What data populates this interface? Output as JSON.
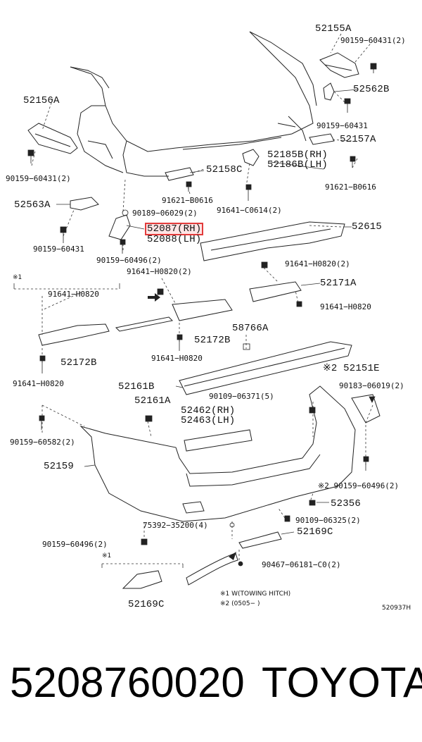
{
  "labels": {
    "l52155A": "52155A",
    "l90159_60431_2a": "90159−60431(2)",
    "l52562B": "52562B",
    "l52156A": "52156A",
    "l90159_60431_a": "90159−60431",
    "l52157A": "52157A",
    "l52185B": "52185B(RH)",
    "l52186B": "52186B(LH)",
    "l52158C": "52158C",
    "l90159_60431_2b": "90159−60431(2)",
    "l91621_B0616_a": "91621−B0616",
    "l91621_B0616_b": "91621−B0616",
    "l52563A": "52563A",
    "l90189_06029": "90189−06029(2)",
    "l91641_C0614": "91641−C0614(2)",
    "l52087": "52087(RH)",
    "l52088": "52088(LH)",
    "l52615": "52615",
    "l90159_60431_b": "90159−60431",
    "l90159_60496_2a": "90159−60496(2)",
    "l91641_H0820_2a": "91641−H0820(2)",
    "l91641_H0820_2b": "91641−H0820(2)",
    "lnote1a": "※1",
    "l91641_H0820_a": "91641−H0820",
    "l52171A": "52171A",
    "l91641_H0820_b": "91641−H0820",
    "l58766A": "58766A",
    "l52172B_a": "52172B",
    "l52172B_b": "52172B",
    "l91641_H0820_c": "91641−H0820",
    "l91641_H0820_d": "91641−H0820",
    "l52151E": "※2 52151E",
    "l52161B": "52161B",
    "l90109_06371": "90109−06371(5)",
    "l90183_06019": "90183−06019(2)",
    "l52161A": "52161A",
    "l52462": "52462(RH)",
    "l52463": "52463(LH)",
    "l90159_60582": "90159−60582(2)",
    "l52159": "52159",
    "l90159_60496_2b": "※2 90159−60496(2)",
    "l52356": "52356",
    "l90109_06325": "90109−06325(2)",
    "l75392_35200": "75392−35200(4)",
    "l52169C_a": "52169C",
    "l90159_60496_2c": "90159−60496(2)",
    "lnote1b": "※1",
    "l90467_06181": "90467−06181−C0(2)",
    "l52169C_b": "52169C",
    "lnote_w": "※1 W(TOWING HITCH)",
    "lnote_2": "※2 (0505−        )",
    "lref": "520937H"
  },
  "footer": {
    "part_number": "5208760020",
    "brand": "TOYOTA"
  },
  "highlight_color": "#e23b3b"
}
